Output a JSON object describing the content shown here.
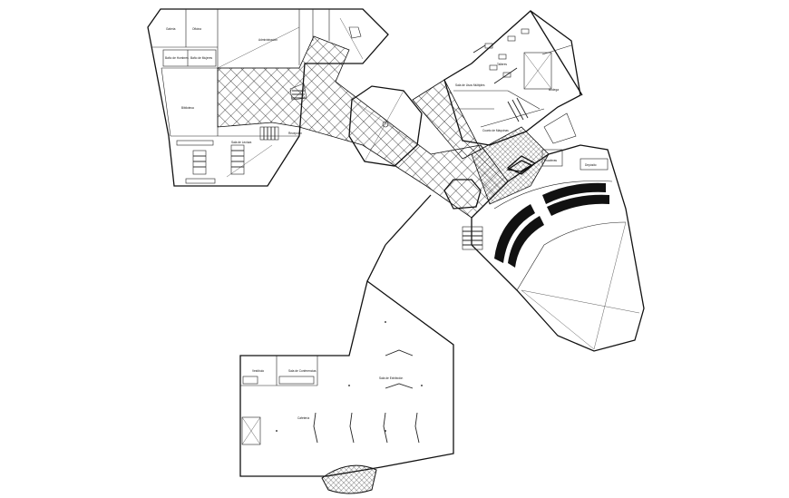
{
  "labels": {
    "l1": "Escaleras",
    "l2": "Baño de Hombres",
    "l3": "Baño de Mujeres",
    "l4": "Sala de Exhibición",
    "l5": "Sala de Conferencias",
    "l6": "Cafetería",
    "l7": "Depósito",
    "l8": "Biblioteca",
    "l9": "Sala de Lectura",
    "l10": "Administración",
    "l11": "Recepción",
    "l12": "Vestíbulo",
    "l13": "Cuarto de Máquinas",
    "l14": "Bodega",
    "l15": "Sala de Usos Múltiples",
    "l16": "Talleres",
    "l17": "Galería",
    "l18": "Oficina"
  }
}
